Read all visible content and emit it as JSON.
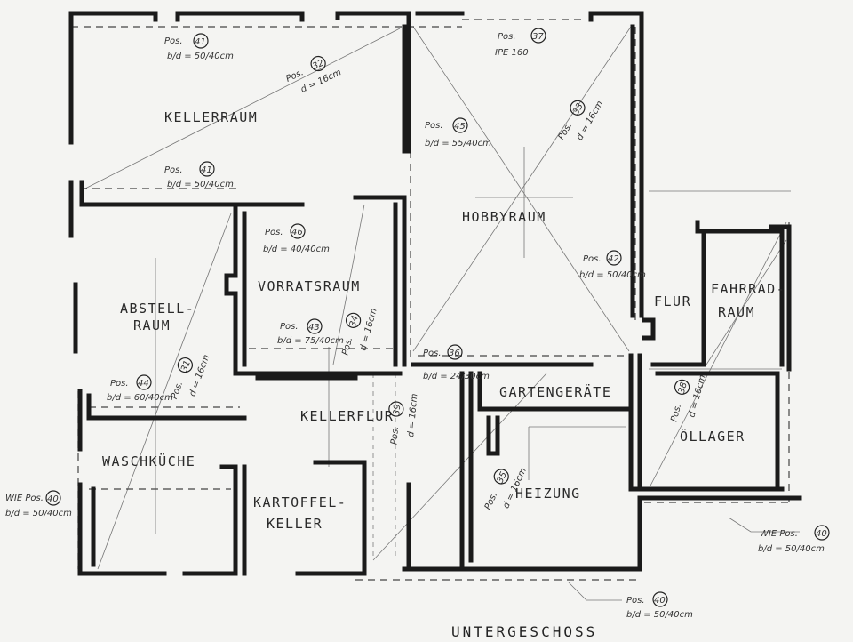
{
  "rooms": {
    "kellerraum": "KELLERRAUM",
    "hobbyraum": "HOBBYRAUM",
    "abstell_1": "ABSTELL-",
    "abstell_2": "RAUM",
    "vorratsraum": "VORRATSRAUM",
    "flur": "FLUR",
    "fahrrad_1": "FAHRRAD-",
    "fahrrad_2": "RAUM",
    "gartengeraete": "GARTENGERÄTE",
    "kellerflur": "KELLERFLUR",
    "ollager": "ÖLLAGER",
    "waschkueche": "WASCHKÜCHE",
    "kartoffel_1": "KARTOFFEL-",
    "kartoffel_2": "KELLER",
    "heizung": "HEIZUNG"
  },
  "annotations": {
    "pos41_top": {
      "label": "Pos.",
      "num": "41",
      "dim": "b/d = 50/40cm"
    },
    "pos32": {
      "label": "Pos.",
      "num": "32",
      "dim": "d = 16cm"
    },
    "pos37": {
      "label": "Pos.",
      "num": "37",
      "dim": "IPE 160"
    },
    "pos45": {
      "label": "Pos.",
      "num": "45",
      "dim": "b/d = 55/40cm"
    },
    "pos33": {
      "label": "Pos.",
      "num": "33",
      "dim": "d = 16cm"
    },
    "pos41_mid": {
      "label": "Pos.",
      "num": "41",
      "dim": "b/d = 50/40cm"
    },
    "pos46": {
      "label": "Pos.",
      "num": "46",
      "dim": "b/d = 40/40cm"
    },
    "pos42": {
      "label": "Pos.",
      "num": "42",
      "dim": "b/d = 50/40cm"
    },
    "pos43": {
      "label": "Pos.",
      "num": "43",
      "dim": "b/d = 75/40cm"
    },
    "pos34": {
      "label": "Pos.",
      "num": "34",
      "dim": "d = 16cm"
    },
    "pos36": {
      "label": "Pos.",
      "num": "36",
      "dim": "b/d = 24/30cm"
    },
    "pos44": {
      "label": "Pos.",
      "num": "44",
      "dim": "b/d = 60/40cm"
    },
    "pos31": {
      "label": "Pos.",
      "num": "31",
      "dim": "d = 16cm"
    },
    "pos39": {
      "label": "Pos.",
      "num": "39",
      "dim": "d = 16cm"
    },
    "pos38": {
      "label": "Pos.",
      "num": "38",
      "dim": "d = 16cm"
    },
    "pos35": {
      "label": "Pos.",
      "num": "35",
      "dim": "d = 16cm"
    },
    "pos40_left": {
      "label": "WIE Pos.",
      "num": "40",
      "dim": "b/d = 50/40cm"
    },
    "pos40_right": {
      "label": "WIE Pos.",
      "num": "40",
      "dim": "b/d = 50/40cm"
    },
    "pos40_bottom": {
      "label": "Pos.",
      "num": "40",
      "dim": "b/d = 50/40cm"
    }
  },
  "footer": {
    "title": "UNTERGESCHOSS"
  }
}
